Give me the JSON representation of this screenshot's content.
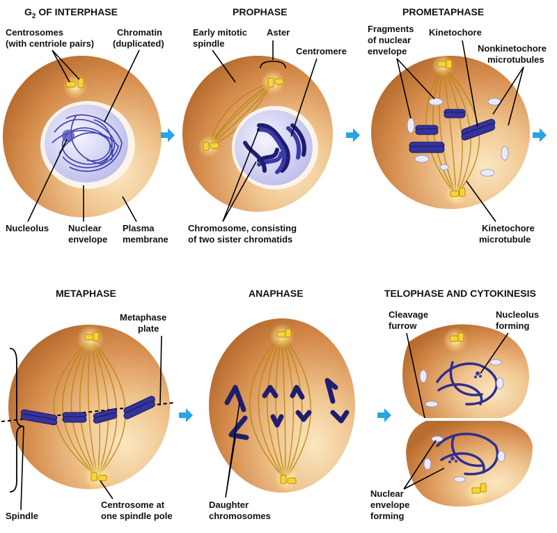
{
  "panels": {
    "g2": {
      "title_main": "G",
      "title_sub": "2",
      "title_rest": " OF INTERPHASE",
      "labels": {
        "centrosomes": [
          "Centrosomes",
          "(with centriole pairs)"
        ],
        "chromatin": [
          "Chromatin",
          "(duplicated)"
        ],
        "nucleolus": [
          "Nucleolus"
        ],
        "nuclear_envelope": [
          "Nuclear",
          "envelope"
        ],
        "plasma_membrane": [
          "Plasma",
          "membrane"
        ]
      }
    },
    "prophase": {
      "title": "PROPHASE",
      "labels": {
        "early_spindle": [
          "Early mitotic",
          "spindle"
        ],
        "aster": [
          "Aster"
        ],
        "centromere": [
          "Centromere"
        ],
        "chromosome": [
          "Chromosome, consisting",
          "of two sister chromatids"
        ]
      }
    },
    "prometaphase": {
      "title": "PROMETAPHASE",
      "labels": {
        "fragments": [
          "Fragments",
          "of nuclear",
          "envelope"
        ],
        "kinetochore": [
          "Kinetochore"
        ],
        "nonkinetochore": [
          "Nonkinetochore",
          "microtubules"
        ],
        "kinetochore_mt": [
          "Kinetochore",
          "microtubule"
        ]
      }
    },
    "metaphase": {
      "title": "METAPHASE",
      "labels": {
        "metaphase_plate": [
          "Metaphase",
          "plate"
        ],
        "centrosome_pole": [
          "Centrosome at",
          "one spindle pole"
        ],
        "spindle": [
          "Spindle"
        ]
      }
    },
    "anaphase": {
      "title": "ANAPHASE",
      "labels": {
        "daughter": [
          "Daughter",
          "chromosomes"
        ]
      }
    },
    "telophase": {
      "title": "TELOPHASE AND CYTOKINESIS",
      "labels": {
        "cleavage": [
          "Cleavage",
          "furrow"
        ],
        "nucleolus_forming": [
          "Nucleolus",
          "forming"
        ],
        "envelope_forming": [
          "Nuclear",
          "envelope",
          "forming"
        ]
      }
    }
  },
  "colors": {
    "cell_outer": "#c97d3e",
    "cell_inner": "#f7dcae",
    "chromosome": "#34349a",
    "nucleus": "#d6d6f5",
    "spindle_fiber": "#b8860b",
    "arrow": "#29a3e3"
  }
}
